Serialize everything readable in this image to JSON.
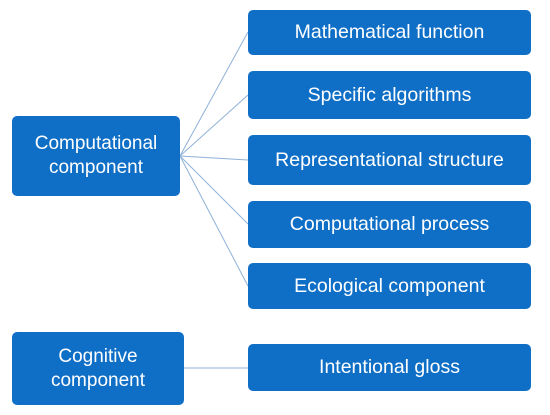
{
  "colors": {
    "box_fill": "#0f6fc6",
    "box_text": "#ffffff",
    "connector": "#8fb1d8"
  },
  "computational": {
    "label_line1": "Computational",
    "label_line2": "component",
    "children": [
      "Mathematical function",
      "Specific algorithms",
      "Representational structure",
      "Computational process",
      "Ecological component"
    ]
  },
  "cognitive": {
    "label_line1": "Cognitive",
    "label_line2": "component",
    "children": [
      "Intentional gloss"
    ]
  }
}
